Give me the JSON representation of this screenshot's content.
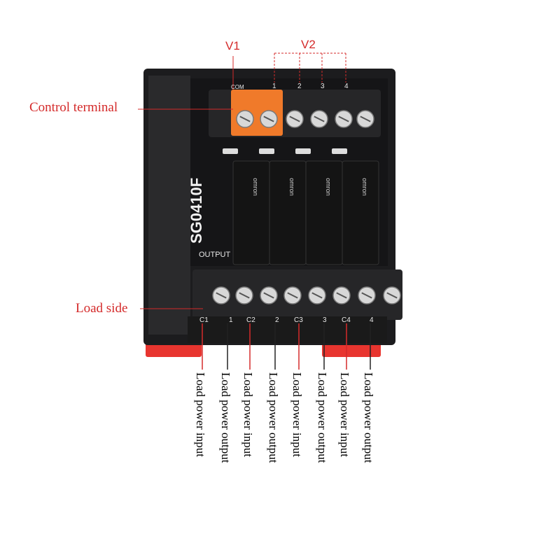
{
  "callouts": {
    "v1": "V1",
    "v2": "V2",
    "control_terminal": "Control terminal",
    "load_side": "Load side"
  },
  "board": {
    "model": "SG0410F",
    "top_labels": [
      "COM",
      "1",
      "2",
      "3",
      "4"
    ],
    "output_label": "OUTPUT",
    "bottom_labels": [
      "C1",
      "1",
      "C2",
      "2",
      "C3",
      "3",
      "C4",
      "4"
    ],
    "relay_brand": "omron"
  },
  "terminals": [
    {
      "text": "Load power input",
      "role": "input"
    },
    {
      "text": "Load power output",
      "role": "output"
    },
    {
      "text": "Load power input",
      "role": "input"
    },
    {
      "text": "Load power output",
      "role": "output"
    },
    {
      "text": "Load power input",
      "role": "input"
    },
    {
      "text": "Load power output",
      "role": "output"
    },
    {
      "text": "Load power input",
      "role": "input"
    },
    {
      "text": "Load power output",
      "role": "output"
    }
  ],
  "colors": {
    "accent_red": "#d42a2a",
    "housing": "#1c1c1e",
    "orange_terminal": "#f07a2a",
    "din_clip": "#e8352f"
  }
}
